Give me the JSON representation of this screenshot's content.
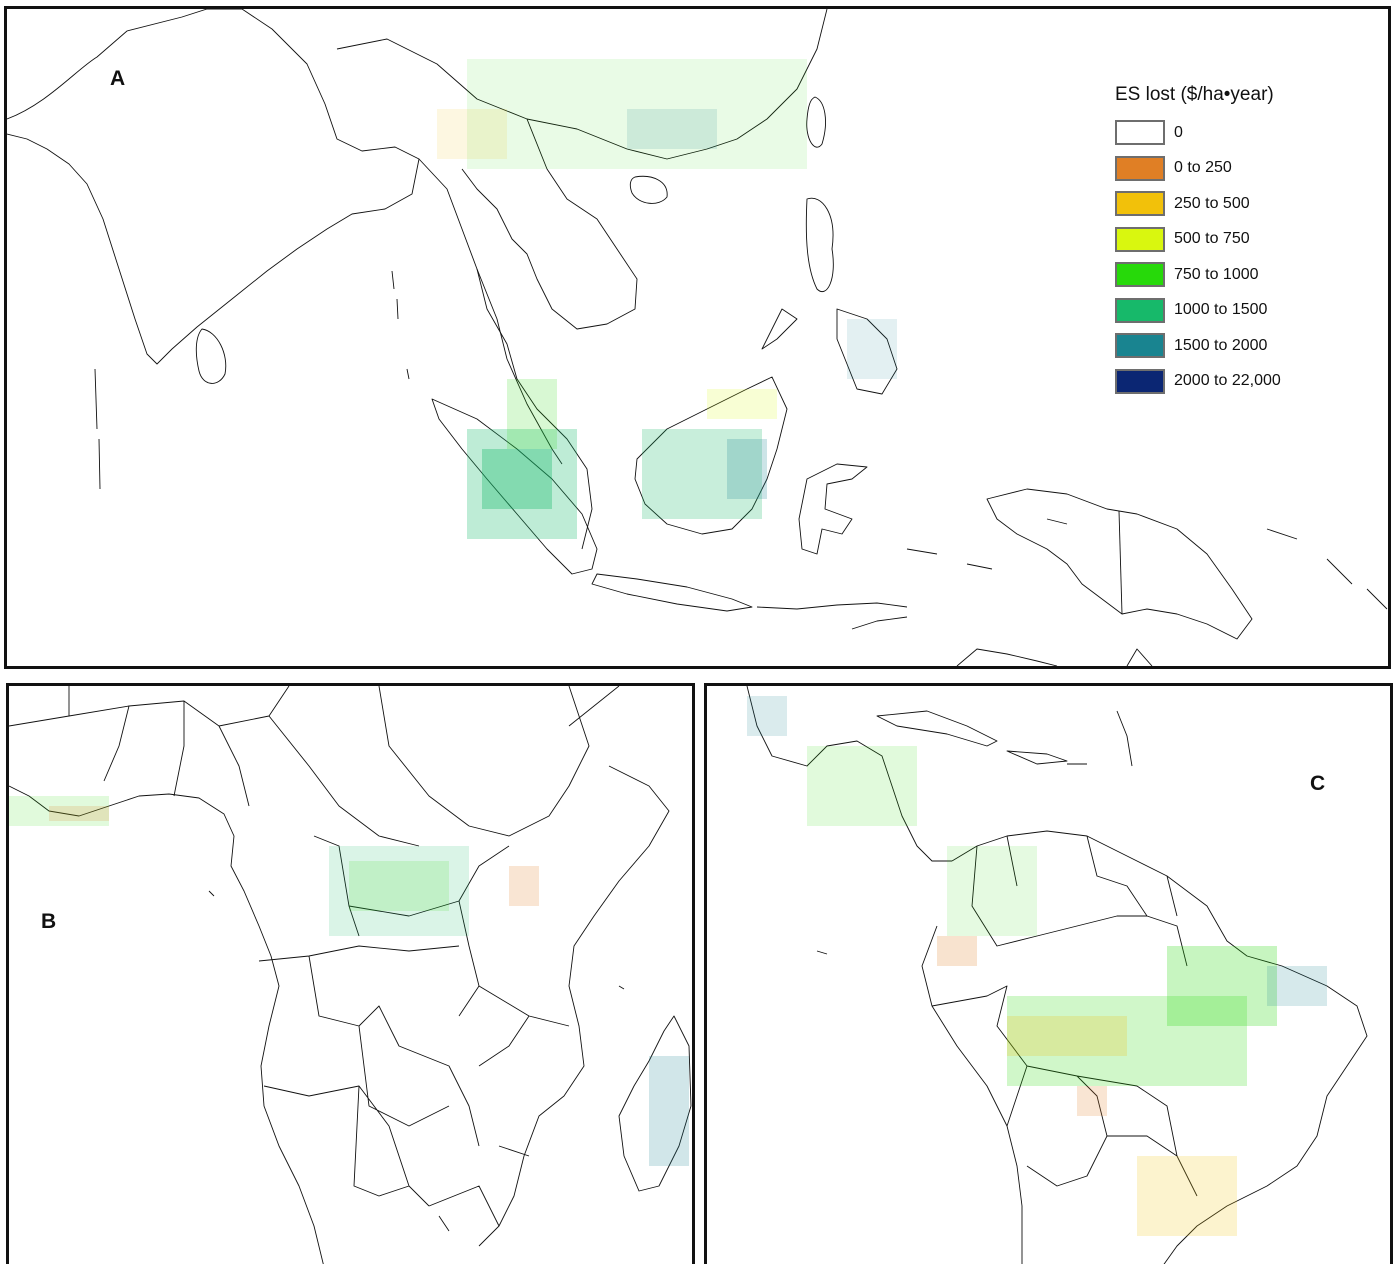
{
  "panels": {
    "a": {
      "label": "A"
    },
    "b": {
      "label": "B"
    },
    "c": {
      "label": "C"
    }
  },
  "legend": {
    "title": "ES lost ($/ha•year)",
    "classes": [
      {
        "label": "0",
        "color": "#ffffff"
      },
      {
        "label": "0 to 250",
        "color": "#e07f25"
      },
      {
        "label": "250 to 500",
        "color": "#f2c10a"
      },
      {
        "label": "500 to 750",
        "color": "#d9f70f"
      },
      {
        "label": "750 to 1000",
        "color": "#27d90a"
      },
      {
        "label": "1000 to 1500",
        "color": "#17b96a"
      },
      {
        "label": "1500 to 2000",
        "color": "#198490"
      },
      {
        "label": "2000 to 22,000",
        "color": "#0b2673"
      }
    ]
  },
  "colors": {
    "outline": "#111111",
    "background": "#ffffff"
  }
}
